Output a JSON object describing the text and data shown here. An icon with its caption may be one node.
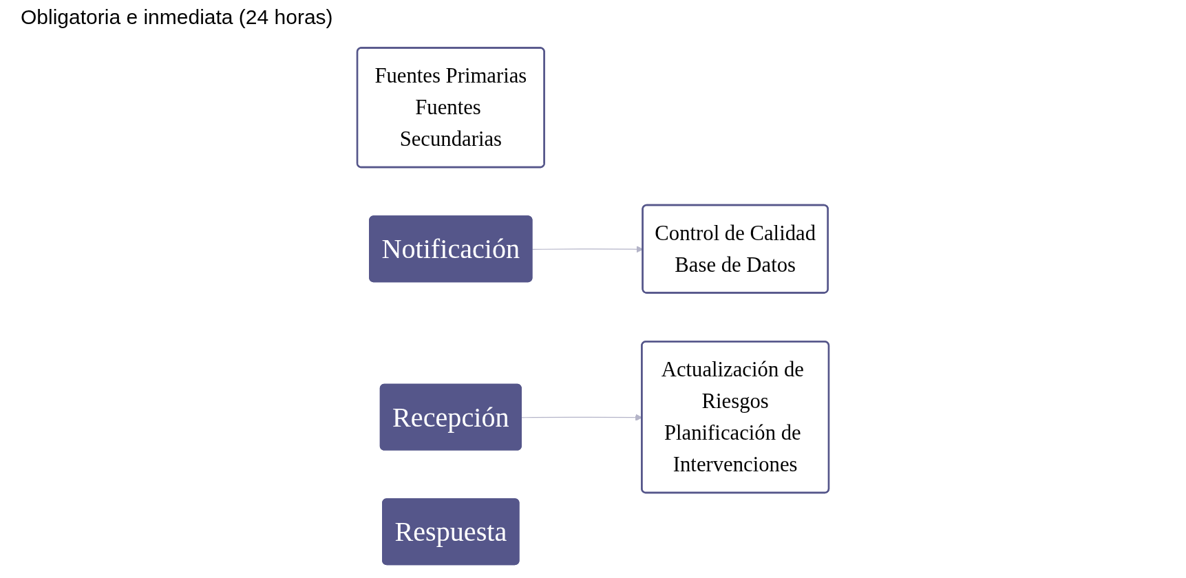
{
  "diagram": {
    "title": "Obligatoria e inmediata (24 horas)",
    "nodes": [
      {
        "text": [
          "Fuentes Primarias",
          "Fuentes Secundarias"
        ]
      },
      {
        "text": [
          "Notificación"
        ]
      },
      {
        "text": [
          "Recepción"
        ]
      },
      {
        "text": [
          "Control de Calidad",
          "Base de Datos"
        ]
      },
      {
        "text": [
          "Actualización de Riesgos",
          "Planificación de Intervenciones"
        ]
      },
      {
        "text": [
          "Respuesta"
        ]
      }
    ],
    "edges": [
      {
        "from": 1,
        "to": 3,
        "arrow": "to",
        "color": "#b4b4c8"
      },
      {
        "from": 2,
        "to": 4,
        "arrow": "to",
        "color": "#b4b4c8"
      }
    ]
  }
}
